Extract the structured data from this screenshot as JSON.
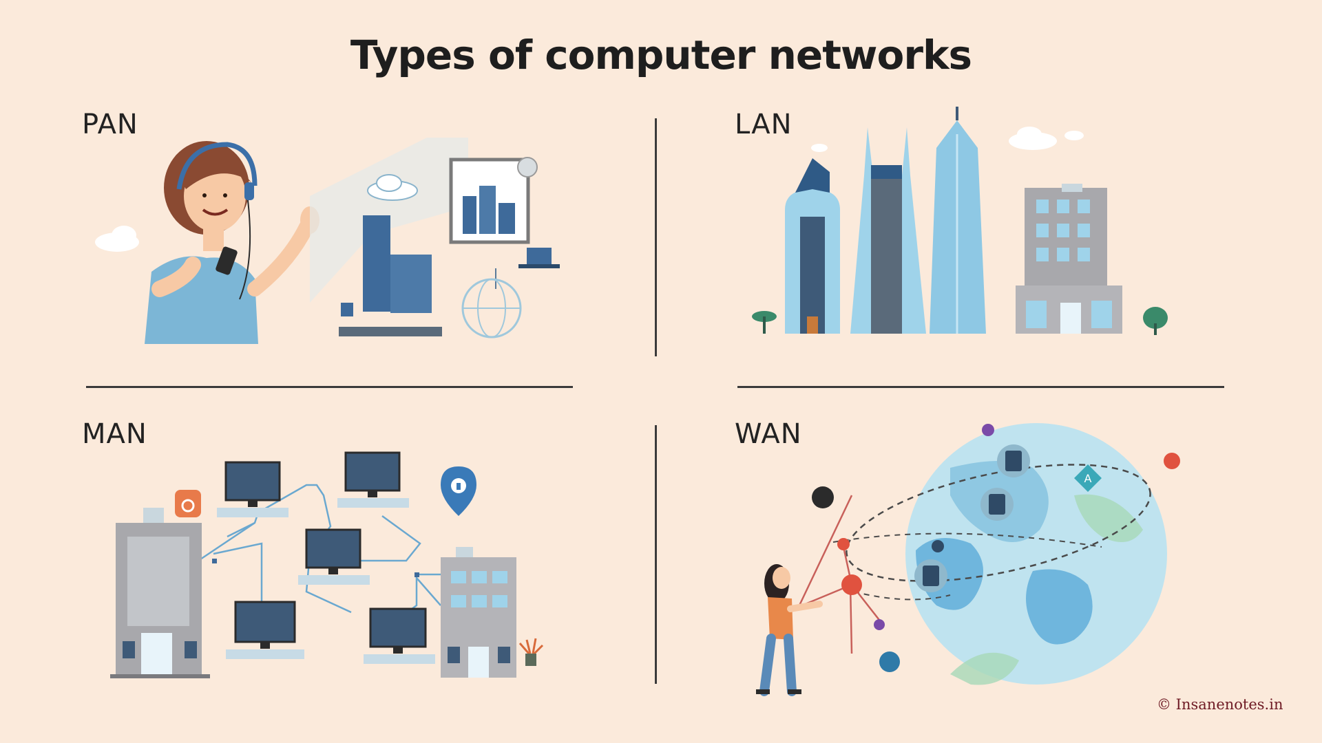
{
  "title": "Types of computer networks",
  "sections": [
    {
      "id": "pan",
      "label": "PAN"
    },
    {
      "id": "lan",
      "label": "LAN"
    },
    {
      "id": "man",
      "label": "MAN"
    },
    {
      "id": "wan",
      "label": "WAN"
    }
  ],
  "watermark": "© Insanenotes.in",
  "colors": {
    "background": "#fbeadb",
    "accent_blue": "#5b8bb8",
    "light_blue": "#9fd3ea",
    "building_gray": "#a8a8ac",
    "accent_orange": "#e87a4a",
    "accent_red": "#e0523f"
  }
}
